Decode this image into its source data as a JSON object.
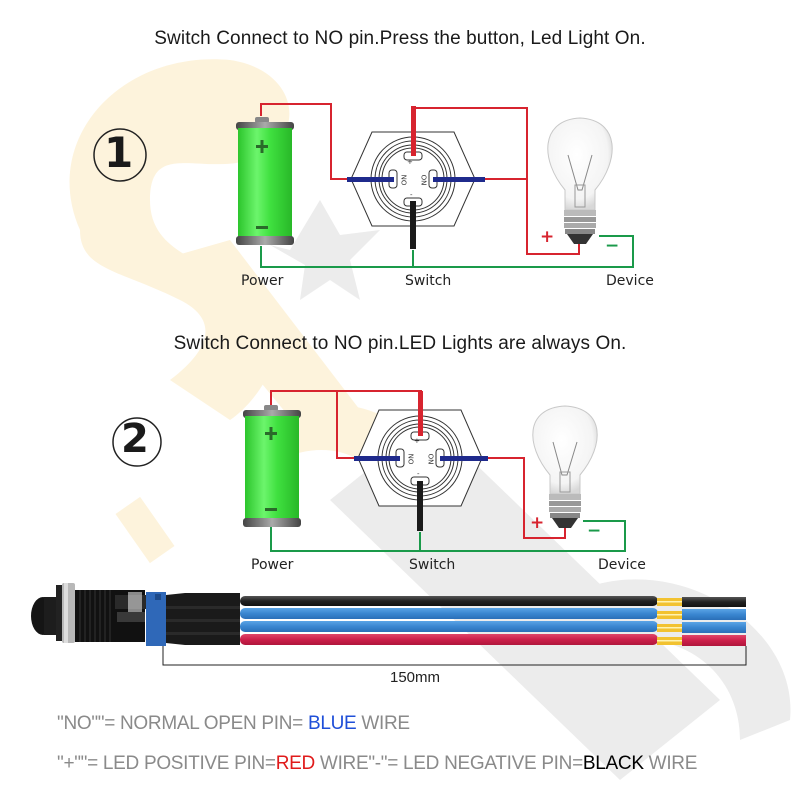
{
  "diagram1": {
    "step_number": "1",
    "title": "Switch Connect to NO pin.Press the button, Led Light On.",
    "labels": {
      "power": "Power",
      "switch": "Switch",
      "device": "Device"
    },
    "battery": {
      "positive": "+",
      "negative": "−"
    },
    "switch_pins": {
      "top": "+",
      "left": "NO",
      "right": "NO",
      "bottom": "-"
    },
    "bulb_terminals": {
      "positive": "+",
      "negative": "−"
    }
  },
  "diagram2": {
    "step_number": "2",
    "title": "Switch Connect to NO pin.LED Lights are always On.",
    "labels": {
      "power": "Power",
      "switch": "Switch",
      "device": "Device"
    },
    "battery": {
      "positive": "+",
      "negative": "−"
    },
    "switch_pins": {
      "top": "+",
      "left": "NO",
      "right": "NO",
      "bottom": "-"
    },
    "bulb_terminals": {
      "positive": "+",
      "negative": "−"
    }
  },
  "product": {
    "cable_length": "150mm",
    "wire_colors": [
      "#2a2a2a",
      "#3a86d0",
      "#3a86d0",
      "#cc1f4a"
    ],
    "connector_color": "#f2c230"
  },
  "legend": {
    "line1": {
      "prefix": "\"NO\"\"= NORMAL OPEN PIN= ",
      "highlight": "BLUE",
      "suffix": " WIRE",
      "highlight_color": "#1f4fd8"
    },
    "line2": {
      "prefix": "\"+\"\"= LED POSITIVE PIN=",
      "highlight1": "RED",
      "middle": " WIRE\"-\"= LED NEGATIVE PIN=",
      "highlight2": "BLACK",
      "suffix": " WIRE",
      "highlight1_color": "#e01b1b",
      "highlight2_color": "#000000"
    }
  },
  "colors": {
    "wire_red": "#d7242f",
    "wire_blue": "#1f2a8c",
    "wire_green": "#1a9a4a",
    "battery_green": "#3fe03f",
    "watermark_yellow": "#fdf3dc",
    "watermark_gray": "#ececec"
  }
}
